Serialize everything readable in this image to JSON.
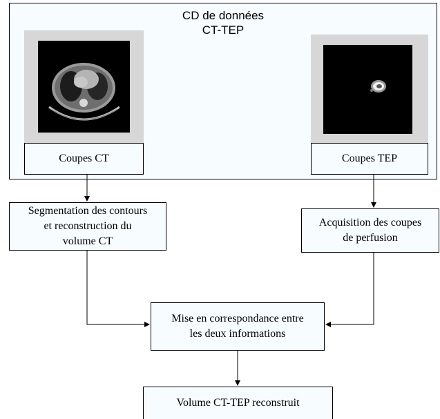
{
  "container": {
    "title": "CD de données\nCT-TEP"
  },
  "nodes": {
    "ct_slices": "Coupes CT",
    "pet_slices": "Coupes TEP",
    "segmentation": "Segmentation des contours\net reconstruction du\nvolume CT",
    "acquisition": "Acquisition des coupes\nde perfusion",
    "matching": "Mise en correspondance entre\nles deux informations",
    "result": "Volume CT-TEP reconstruit"
  },
  "images": {
    "ct_scan": "chest-ct-slice-image",
    "pet_scan": "heart-pet-slice-image"
  }
}
